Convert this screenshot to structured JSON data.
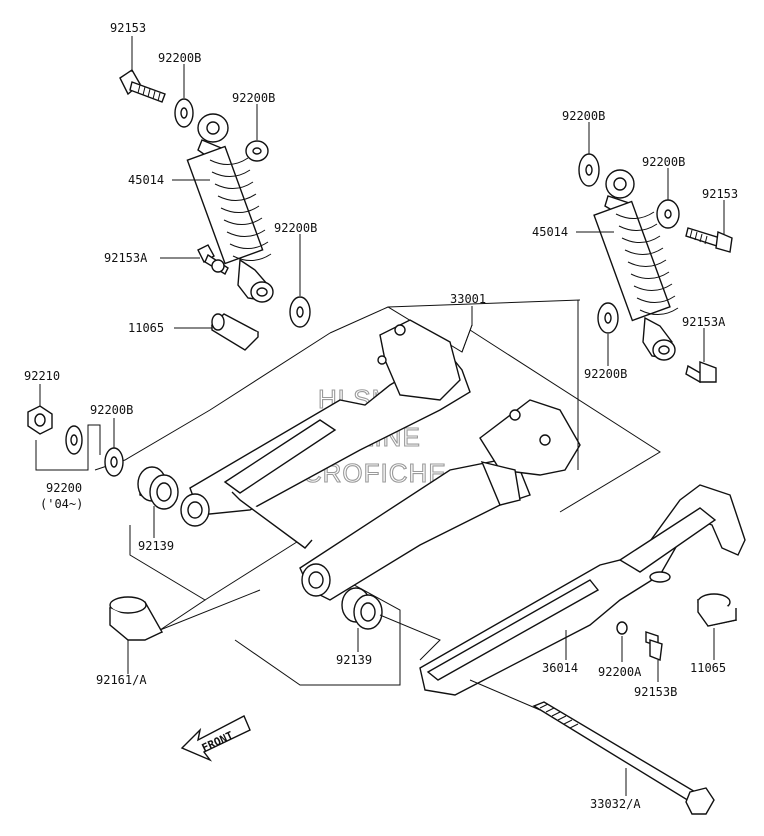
{
  "watermark": {
    "line1": "HLSM'S",
    "line2": "ONLINE",
    "line3": "MICROFICHE"
  },
  "front_arrow": {
    "label": "FRONT"
  },
  "labels": {
    "l_92153_top": "92153",
    "l_92200b_1": "92200B",
    "l_92200b_2": "92200B",
    "l_45014_left": "45014",
    "l_92153a_left": "92153A",
    "l_92200b_3": "92200B",
    "l_11065_left": "11065",
    "l_33001": "33001",
    "l_92200b_right1": "92200B",
    "l_92200b_right2": "92200B",
    "l_92153_right": "92153",
    "l_45014_right": "45014",
    "l_92153a_right": "92153A",
    "l_92200b_right3": "92200B",
    "l_92210": "92210",
    "l_92200b_left": "92200B",
    "l_92200": "92200",
    "l_92200_year": "('04~)",
    "l_92139_a": "92139",
    "l_92139_b": "92139",
    "l_92161a": "92161/A",
    "l_36014": "36014",
    "l_92200a": "92200A",
    "l_92153b": "92153B",
    "l_11065_right": "11065",
    "l_33032a": "33032/A"
  }
}
